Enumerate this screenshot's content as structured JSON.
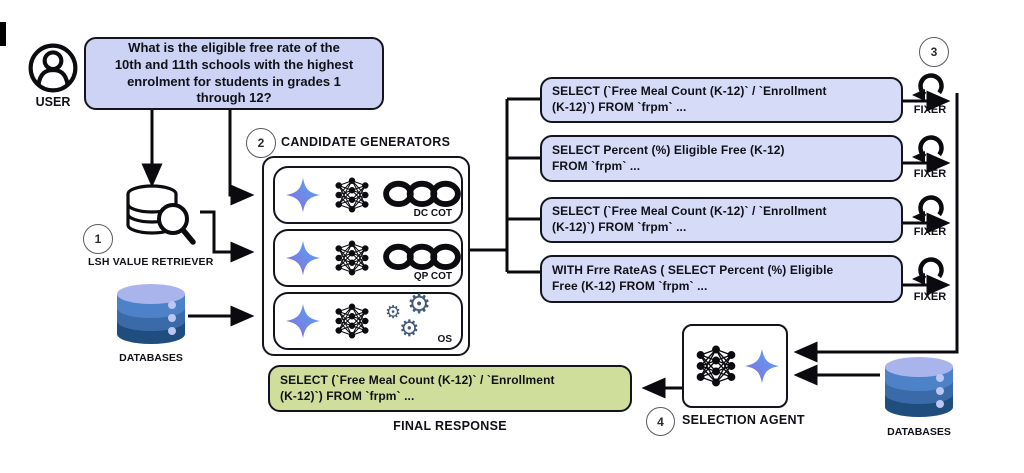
{
  "user": {
    "label": "USER"
  },
  "question": {
    "text": "What is the eligible free rate of the\n10th and 11th schools with the highest\nenrolment for students in grades 1\nthrough 12?"
  },
  "retriever": {
    "step": "1",
    "label": "LSH VALUE RETRIEVER"
  },
  "databases_left": {
    "label": "DATABASES"
  },
  "generators": {
    "step": "2",
    "title": "CANDIDATE GENERATORS",
    "rows": [
      {
        "label": "DC COT"
      },
      {
        "label": "QP COT"
      },
      {
        "label": "OS"
      }
    ]
  },
  "candidates": [
    {
      "sql": "SELECT (`Free Meal Count (K-12)` / `Enrollment\n(K-12)`) FROM `frpm`  ..."
    },
    {
      "sql": "SELECT Percent (%) Eligible Free (K-12)\nFROM `frpm`  ..."
    },
    {
      "sql": "SELECT (`Free Meal Count (K-12)` / `Enrollment\n(K-12)`) FROM `frpm`  ..."
    },
    {
      "sql": "WITH Frre RateAS ( SELECT Percent (%) Eligible\nFree (K-12) FROM `frpm`  ..."
    }
  ],
  "fixers": {
    "step": "3",
    "items": [
      {
        "label": "FIXER"
      },
      {
        "label": "FIXER"
      },
      {
        "label": "FIXER"
      },
      {
        "label": "FIXER"
      }
    ]
  },
  "selection": {
    "step": "4",
    "label": "SELECTION AGENT"
  },
  "databases_right": {
    "label": "DATABASES"
  },
  "final": {
    "sql": "SELECT (`Free Meal Count (K-12)` / `Enrollment\n(K-12)`) FROM `frpm`  ...",
    "label": "FINAL RESPONSE"
  },
  "colors": {
    "candidate_box": "#d6dbf7",
    "question_box": "#ccd3f4",
    "final_box": "#cfdf9b",
    "outline": "#14151c",
    "gear_blue": "#44597c",
    "db_top": "#a9b4ec",
    "db_band_light": "#4d82c8",
    "db_band_mid": "#3a6ba8",
    "db_band_dark": "#1f4d7e",
    "sparkle_purple": "#8d68dd",
    "sparkle_blue": "#58a6f3"
  }
}
